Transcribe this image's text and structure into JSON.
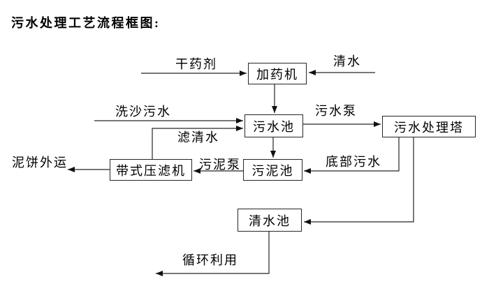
{
  "title": "污水处理工艺流程框图:",
  "nodes": {
    "dosing_machine": "加药机",
    "sewage_pool": "污水池",
    "treatment_tower": "污水处理塔",
    "belt_filter_press": "带式压滤机",
    "sludge_pool": "污泥池",
    "clean_water_pool": "清水池"
  },
  "labels": {
    "dry_chemical": "干药剂",
    "clean_water": "清水",
    "sand_washing_sewage": "洗沙污水",
    "filtered_water": "滤清水",
    "sewage_pump": "污水泵",
    "bottom_sewage": "底部污水",
    "sludge_pump": "污泥泵",
    "mud_cake_out": "泥饼外运",
    "recycle": "循环利用"
  },
  "edges": [
    {
      "from": "dry_chemical_input",
      "to": "dosing_machine",
      "label": "干药剂"
    },
    {
      "from": "clean_water_input",
      "to": "dosing_machine",
      "label": "清水"
    },
    {
      "from": "dosing_machine",
      "to": "sewage_pool",
      "label": ""
    },
    {
      "from": "sand_washing_sewage_input",
      "to": "sewage_pool",
      "label": "洗沙污水"
    },
    {
      "from": "belt_filter_press",
      "to": "sewage_pool",
      "label": "滤清水"
    },
    {
      "from": "sewage_pool",
      "to": "treatment_tower",
      "label": "污水泵"
    },
    {
      "from": "sewage_pool",
      "to": "sludge_pool",
      "label": ""
    },
    {
      "from": "treatment_tower",
      "to": "sludge_pool",
      "label": "底部污水"
    },
    {
      "from": "sludge_pool",
      "to": "belt_filter_press",
      "label": "污泥泵"
    },
    {
      "from": "belt_filter_press",
      "to": "mud_cake_outside",
      "label": "泥饼外运"
    },
    {
      "from": "treatment_tower",
      "to": "clean_water_pool",
      "label": ""
    },
    {
      "from": "clean_water_pool",
      "to": "recycle_use",
      "label": "循环利用"
    }
  ],
  "colors": {
    "background": "#ffffff",
    "line": "#262626",
    "box_border": "#262626",
    "text": "#000000"
  }
}
